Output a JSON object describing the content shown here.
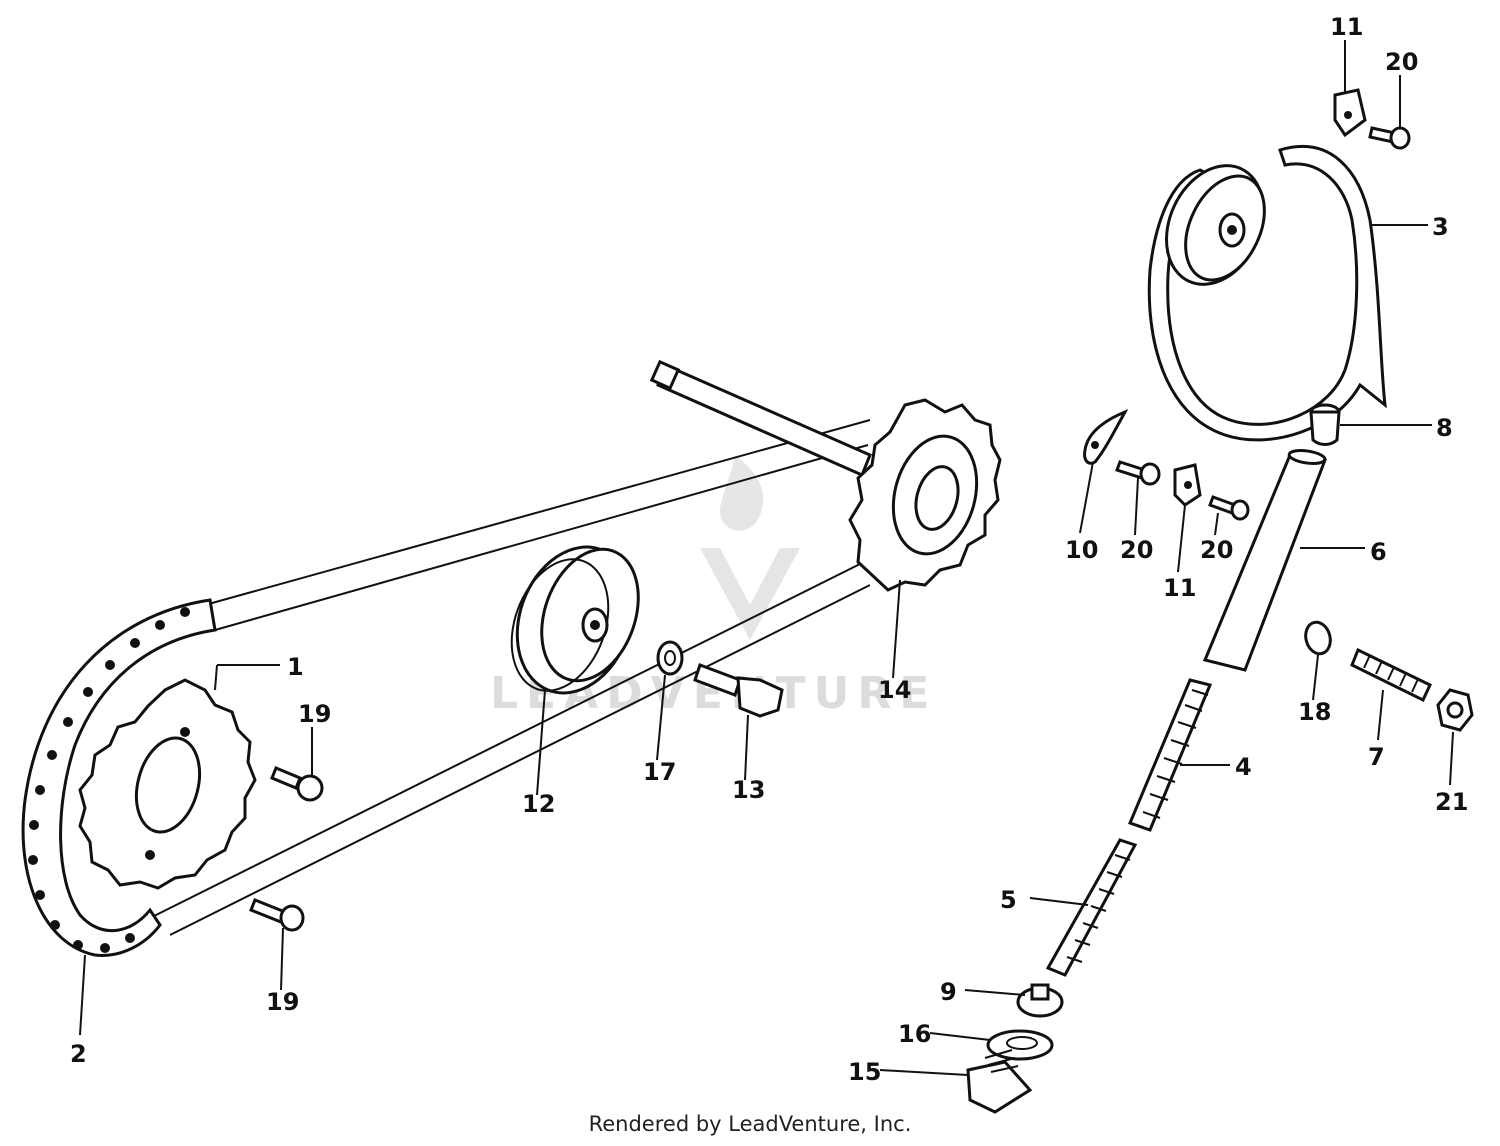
{
  "watermark": {
    "text": "LEADVENTURE"
  },
  "footer": {
    "text": "Rendered by LeadVenture, Inc."
  },
  "callouts": [
    {
      "id": "c1",
      "text": "1"
    },
    {
      "id": "c2",
      "text": "2"
    },
    {
      "id": "c3",
      "text": "3"
    },
    {
      "id": "c4",
      "text": "4"
    },
    {
      "id": "c5",
      "text": "5"
    },
    {
      "id": "c6",
      "text": "6"
    },
    {
      "id": "c7",
      "text": "7"
    },
    {
      "id": "c8",
      "text": "8"
    },
    {
      "id": "c9",
      "text": "9"
    },
    {
      "id": "c10",
      "text": "10"
    },
    {
      "id": "c11a",
      "text": "11"
    },
    {
      "id": "c11b",
      "text": "11"
    },
    {
      "id": "c12",
      "text": "12"
    },
    {
      "id": "c13",
      "text": "13"
    },
    {
      "id": "c14",
      "text": "14"
    },
    {
      "id": "c15",
      "text": "15"
    },
    {
      "id": "c16",
      "text": "16"
    },
    {
      "id": "c17",
      "text": "17"
    },
    {
      "id": "c18",
      "text": "18"
    },
    {
      "id": "c19a",
      "text": "19"
    },
    {
      "id": "c19b",
      "text": "19"
    },
    {
      "id": "c20a",
      "text": "20"
    },
    {
      "id": "c20b",
      "text": "20"
    },
    {
      "id": "c20c",
      "text": "20"
    },
    {
      "id": "c21",
      "text": "21"
    }
  ]
}
